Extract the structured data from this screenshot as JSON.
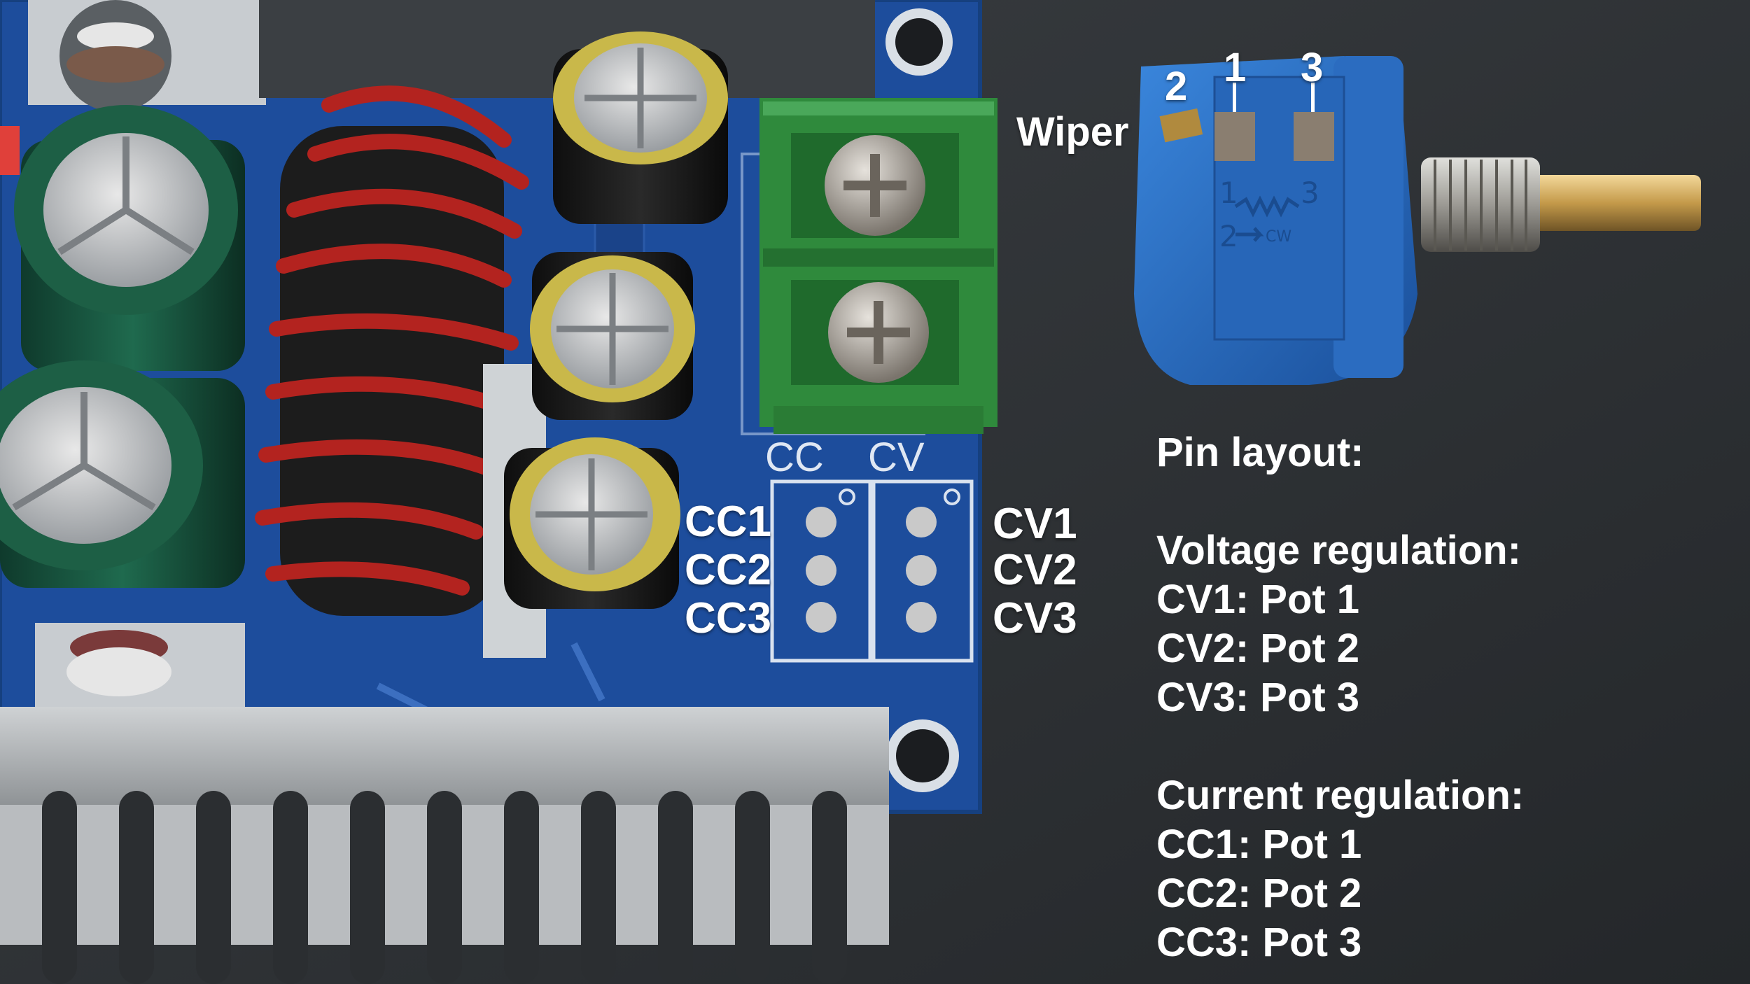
{
  "board_labels": {
    "cc_header": "CC",
    "cv_header": "CV",
    "cc_pins": [
      "CC1",
      "CC2",
      "CC3"
    ],
    "cv_pins": [
      "CV1",
      "CV2",
      "CV3"
    ]
  },
  "pot_labels": {
    "pin1": "1",
    "pin2": "2",
    "pin3": "3",
    "wiper": "Wiper",
    "marking_1": "1",
    "marking_3": "3",
    "marking_2": "2",
    "marking_cw": "CW"
  },
  "pin_layout": {
    "title": "Pin layout:",
    "voltage_title": "Voltage regulation:",
    "voltage_lines": [
      "CV1: Pot 1",
      "CV2: Pot 2",
      "CV3: Pot 3"
    ],
    "current_title": "Current regulation:",
    "current_lines": [
      "CC1: Pot 1",
      "CC2: Pot 2",
      "CC3: Pot 3"
    ]
  },
  "colors": {
    "background": "#2f3337",
    "pcb": "#1d4d9c",
    "terminal": "#2f8a3c",
    "pot_body": "#2a6fc4",
    "inductor": "#b3231f",
    "heatsink": "#b9bcbf",
    "label_text": "#ffffff"
  }
}
